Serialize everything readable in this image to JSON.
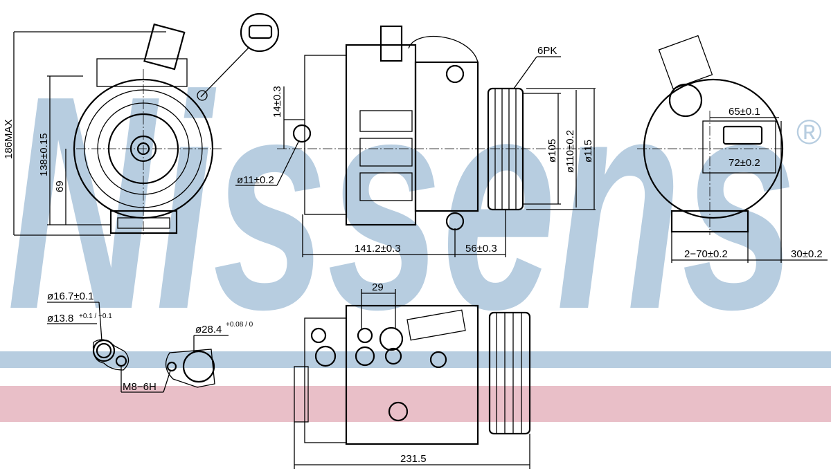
{
  "watermark": {
    "brand": "Nissens",
    "registered": "®",
    "color_blue": "#b7cde0",
    "color_pink": "#e9bfc8"
  },
  "dimensions": {
    "front_view": {
      "max_height": "186MAX",
      "height": "138±0.15",
      "axis_height": "69"
    },
    "side_view": {
      "offset": "14±0.3",
      "hole_diameter": "ø11±0.2",
      "length": "141.2±0.3",
      "pulley_offset": "56±0.3",
      "belt": "6PK",
      "pulley_d1": "ø105",
      "pulley_d2": "ø110±0.2",
      "pulley_d3": "ø115"
    },
    "rear_view": {
      "width_65": "65±0.1",
      "width_72": "72±0.2",
      "mount_spacing": "2−70±0.2",
      "mount_width": "30±0.2"
    },
    "ports": {
      "port_outer": "ø16.7±0.1",
      "port_inner": "ø13.8",
      "port_inner_tol": "+0.1 / −0.1",
      "thread": "M8−6H",
      "port_large": "ø28.4",
      "port_large_tol": "+0.08 / 0"
    },
    "bottom_view": {
      "spacing": "29",
      "overall_length": "231.5"
    }
  }
}
